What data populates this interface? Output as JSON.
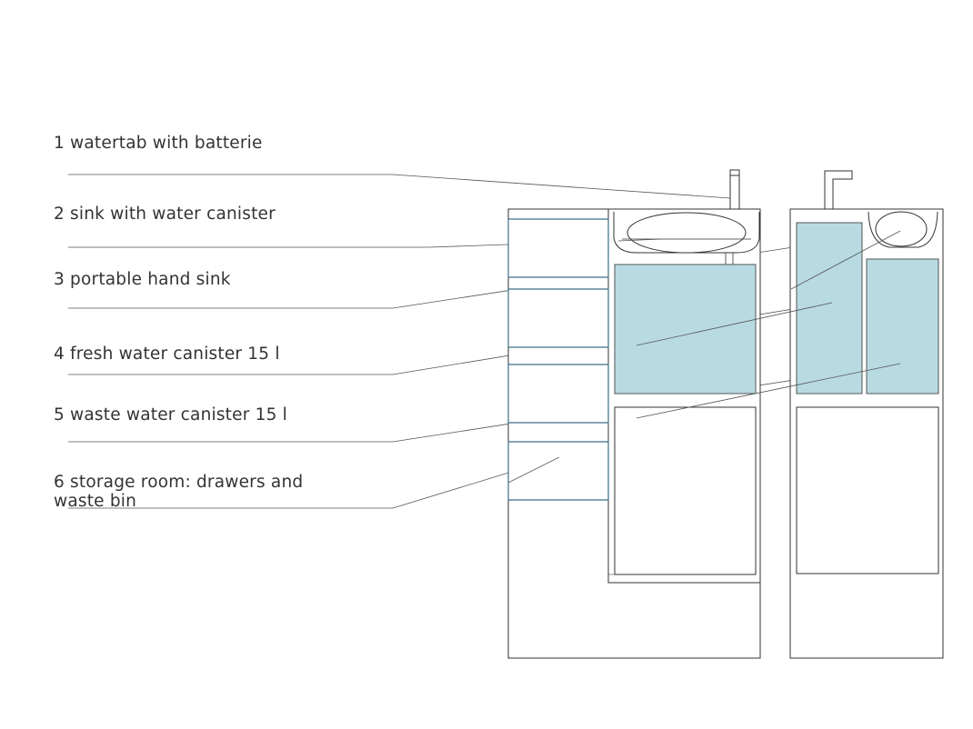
{
  "labels": {
    "item1": "1 watertab with batterie",
    "item2": "2 sink with water canister",
    "item3": "3 portable hand sink",
    "item4": "4 fresh water canister 15 l",
    "item5": "5 waste water canister 15 l",
    "item6": "6 storage room: drawers and waste bin"
  },
  "colors": {
    "canister_fill": "#b8dbe2",
    "drawer_stroke": "#3d6f86",
    "outline": "#333333",
    "leader": "#555555",
    "label_text": "#333333"
  }
}
